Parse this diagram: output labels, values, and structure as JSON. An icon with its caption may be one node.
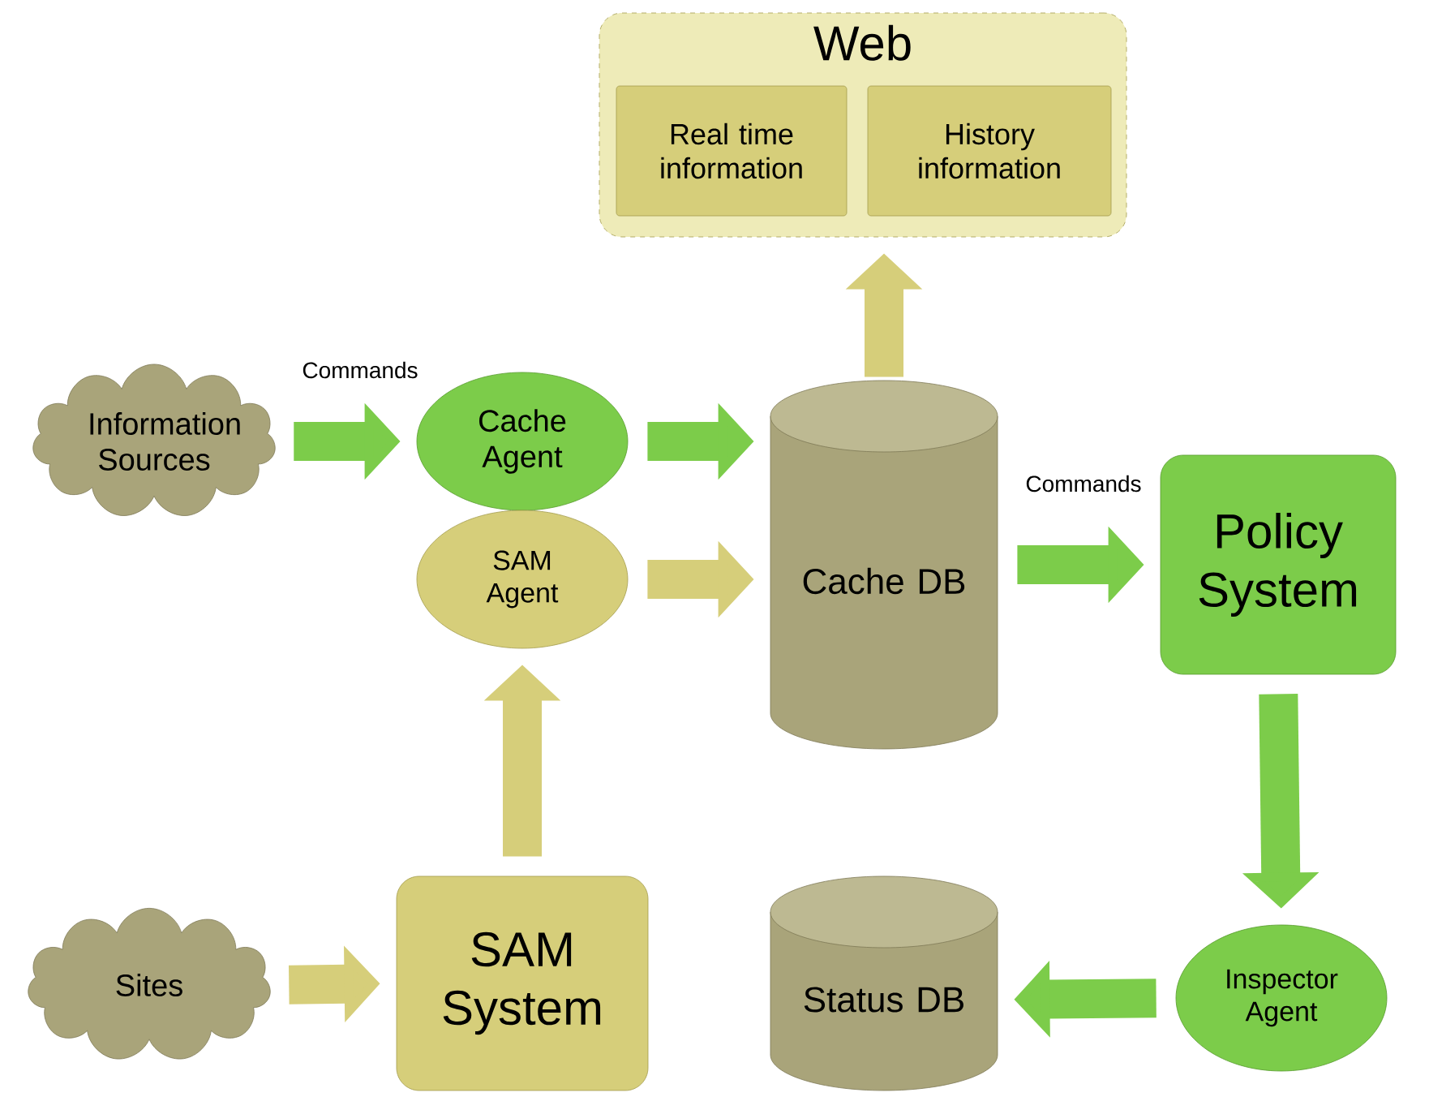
{
  "diagram": {
    "nodes": [
      {
        "text": [
          "Web"
        ]
      },
      {
        "text": [
          "Real time information"
        ],
        "in": 0
      },
      {
        "text": [
          "History information"
        ],
        "in": 0
      },
      {
        "text": [
          "Information Sources"
        ]
      },
      {
        "text": [
          "Cache Agent"
        ]
      },
      {
        "text": [
          "Cache DB"
        ]
      },
      {
        "text": [
          "Policy System"
        ]
      },
      {
        "text": [
          "SAM Agent"
        ]
      },
      {
        "text": [
          "Sites"
        ]
      },
      {
        "text": [
          "SAM System"
        ]
      },
      {
        "text": [
          "Status DB"
        ]
      },
      {
        "text": [
          "Inspector Agent"
        ]
      }
    ],
    "edges": [
      {
        "from": 3,
        "to": 4,
        "arrow": "to",
        "label": "Commands"
      },
      {
        "from": 4,
        "to": 5,
        "arrow": "to"
      },
      {
        "from": 5,
        "to": 0,
        "arrow": "to",
        "color": "#d6ce7a"
      },
      {
        "from": 5,
        "to": 6,
        "arrow": "to",
        "label": "Commands"
      },
      {
        "from": 7,
        "to": 5,
        "arrow": "to",
        "color": "#d6ce7a"
      },
      {
        "from": 9,
        "to": 7,
        "arrow": "to",
        "color": "#d6ce7a"
      },
      {
        "from": 8,
        "to": 9,
        "arrow": "to",
        "color": "#d6ce7a"
      },
      {
        "from": 6,
        "to": 11,
        "arrow": "to"
      },
      {
        "from": 11,
        "to": 10,
        "arrow": "to"
      }
    ]
  }
}
